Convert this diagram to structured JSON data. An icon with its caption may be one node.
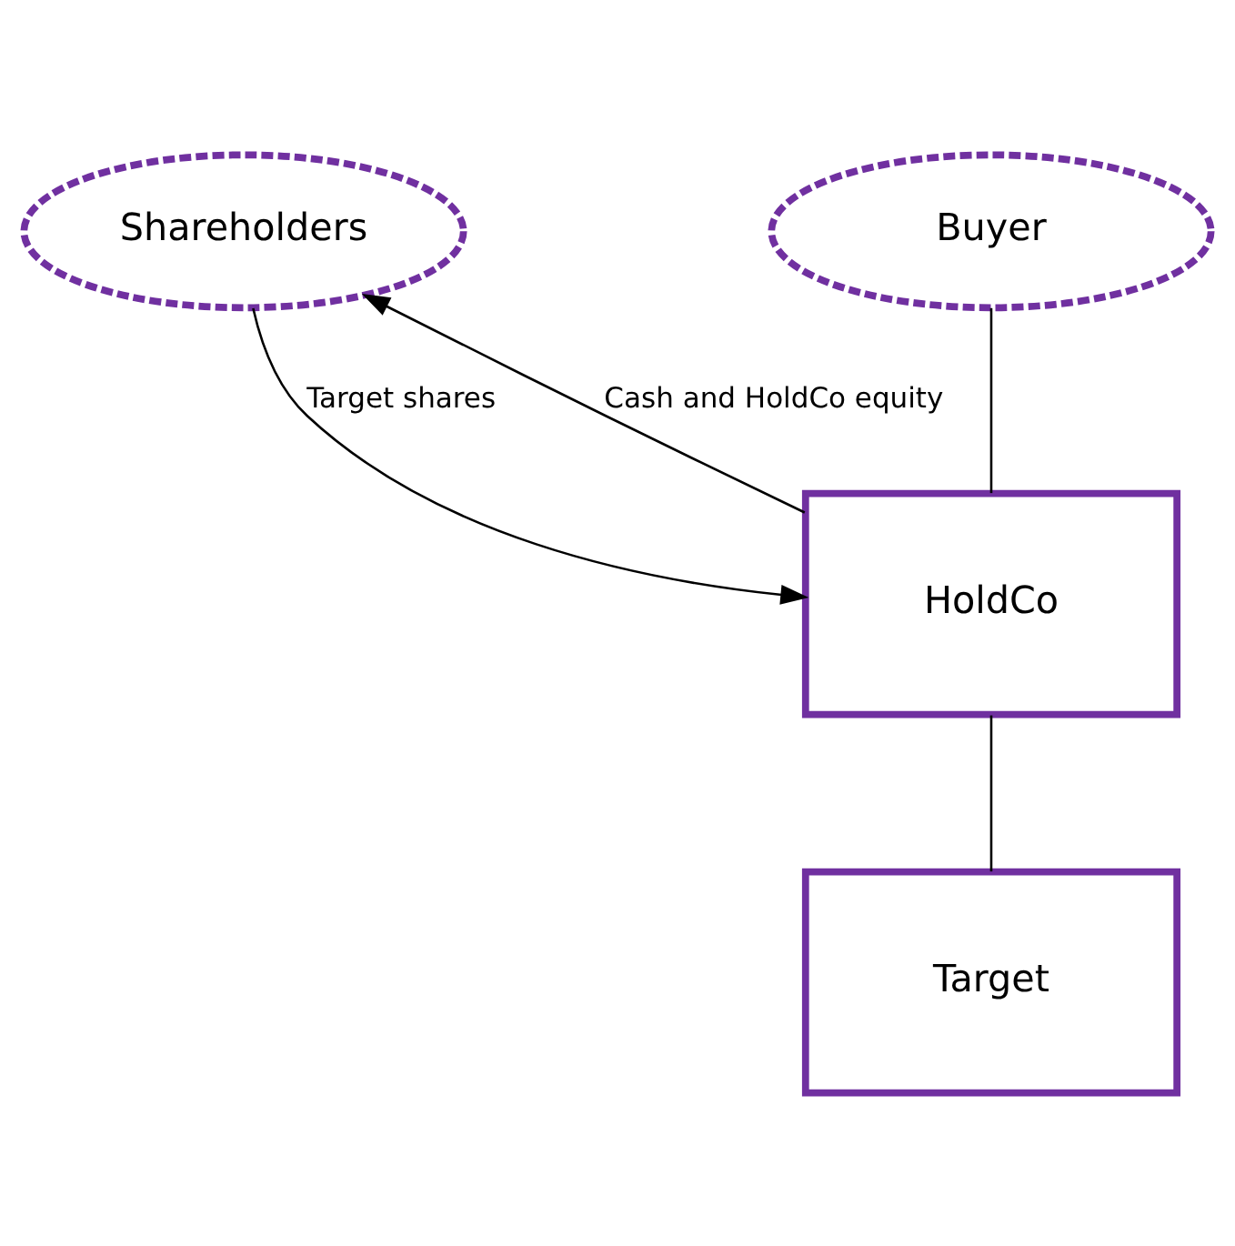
{
  "diagram": {
    "nodes": [
      {
        "text": [
          "Shareholders"
        ]
      },
      {
        "text": [
          "Buyer"
        ]
      },
      {
        "text": [
          "HoldCo"
        ]
      },
      {
        "text": [
          "Target"
        ]
      }
    ],
    "edges": [
      {
        "from": 1,
        "to": 2,
        "arrow": "none"
      },
      {
        "from": 2,
        "to": 3,
        "arrow": "none"
      },
      {
        "from": 2,
        "to": 0,
        "arrow": "to",
        "label": "Cash and HoldCo equity"
      },
      {
        "from": 0,
        "to": 2,
        "arrow": "to",
        "label": "Target shares"
      }
    ]
  }
}
